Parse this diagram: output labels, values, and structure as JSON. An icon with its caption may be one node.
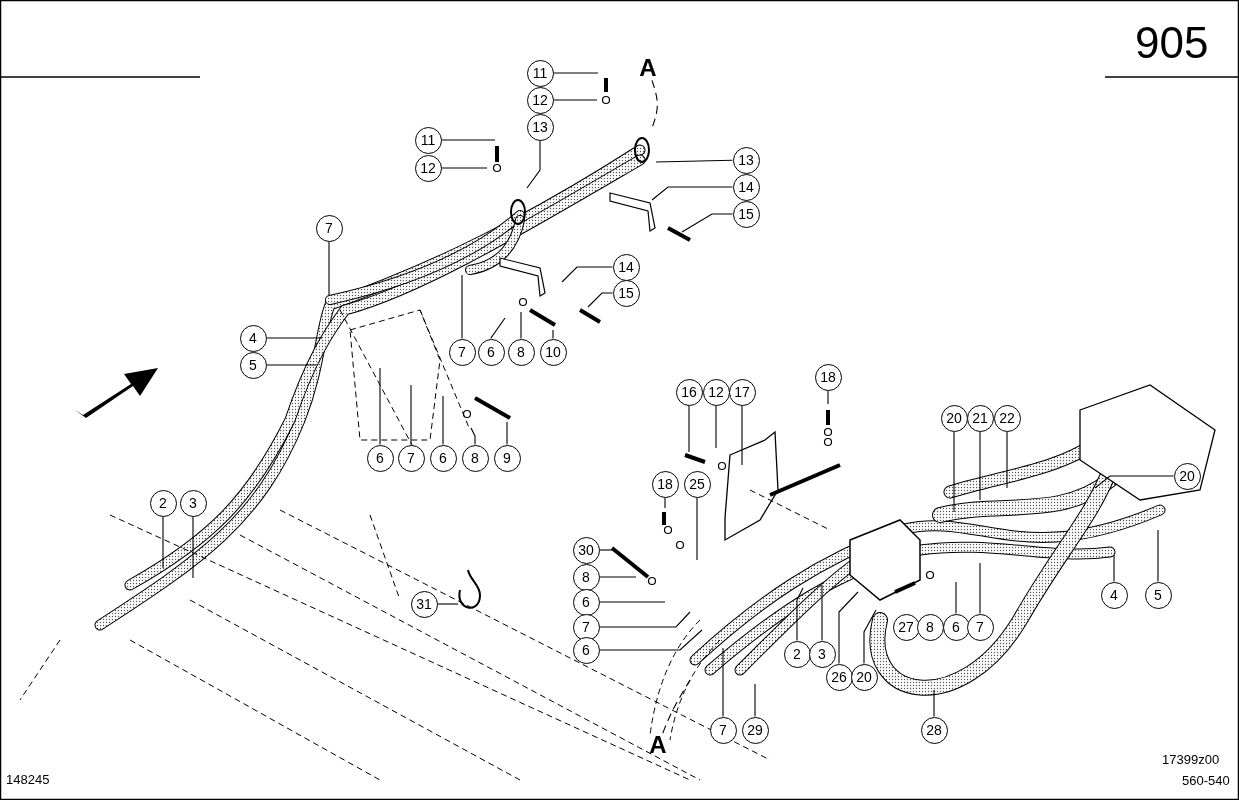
{
  "diagram": {
    "nodes": [
      {
        "text": [
          "11"
        ]
      },
      {
        "text": [
          "12"
        ]
      },
      {
        "text": [
          "13"
        ]
      },
      {
        "text": [
          "11"
        ]
      },
      {
        "text": [
          "12"
        ]
      },
      {
        "text": [
          "A"
        ]
      },
      {
        "text": [
          "13"
        ]
      },
      {
        "text": [
          "14"
        ]
      },
      {
        "text": [
          "15"
        ]
      },
      {
        "text": [
          "7"
        ]
      },
      {
        "text": [
          "14"
        ]
      },
      {
        "text": [
          "15"
        ]
      },
      {
        "text": [
          "4"
        ]
      },
      {
        "text": [
          "5"
        ]
      },
      {
        "text": [
          "7"
        ]
      },
      {
        "text": [
          "6"
        ]
      },
      {
        "text": [
          "8"
        ]
      },
      {
        "text": [
          "10"
        ]
      },
      {
        "text": [
          "6"
        ]
      },
      {
        "text": [
          "7"
        ]
      },
      {
        "text": [
          "6"
        ]
      },
      {
        "text": [
          "8"
        ]
      },
      {
        "text": [
          "9"
        ]
      },
      {
        "text": [
          "16"
        ]
      },
      {
        "text": [
          "12"
        ]
      },
      {
        "text": [
          "17"
        ]
      },
      {
        "text": [
          "18"
        ]
      },
      {
        "text": [
          "20"
        ]
      },
      {
        "text": [
          "21"
        ]
      },
      {
        "text": [
          "22"
        ]
      },
      {
        "text": [
          "20"
        ]
      },
      {
        "text": [
          "18"
        ]
      },
      {
        "text": [
          "25"
        ]
      },
      {
        "text": [
          "2"
        ]
      },
      {
        "text": [
          "3"
        ]
      },
      {
        "text": [
          "30"
        ]
      },
      {
        "text": [
          "8"
        ]
      },
      {
        "text": [
          "31"
        ]
      },
      {
        "text": [
          "6"
        ]
      },
      {
        "text": [
          "7"
        ]
      },
      {
        "text": [
          "6"
        ]
      },
      {
        "text": [
          "4"
        ]
      },
      {
        "text": [
          "5"
        ]
      },
      {
        "text": [
          "27"
        ]
      },
      {
        "text": [
          "8"
        ]
      },
      {
        "text": [
          "6"
        ]
      },
      {
        "text": [
          "7"
        ]
      },
      {
        "text": [
          "2"
        ]
      },
      {
        "text": [
          "3"
        ]
      },
      {
        "text": [
          "26"
        ]
      },
      {
        "text": [
          "20"
        ]
      },
      {
        "text": [
          "7"
        ]
      },
      {
        "text": [
          "29"
        ]
      },
      {
        "text": [
          "28"
        ]
      },
      {
        "text": [
          "A"
        ]
      }
    ],
    "edges": [
      {
        "from": 0,
        "to": null,
        "arrow": "none"
      },
      {
        "from": 1,
        "to": null,
        "arrow": "none"
      },
      {
        "from": 2,
        "to": null,
        "arrow": "none"
      },
      {
        "from": 3,
        "to": null,
        "arrow": "none"
      },
      {
        "from": 4,
        "to": null,
        "arrow": "none"
      },
      {
        "from": 5,
        "to": null,
        "arrow": "none",
        "style": "dashed"
      },
      {
        "from": 6,
        "to": null,
        "arrow": "none"
      },
      {
        "from": 7,
        "to": null,
        "arrow": "none"
      },
      {
        "from": 8,
        "to": null,
        "arrow": "none"
      },
      {
        "from": 9,
        "to": null,
        "arrow": "none"
      },
      {
        "from": 10,
        "to": null,
        "arrow": "none"
      },
      {
        "from": 11,
        "to": null,
        "arrow": "none"
      },
      {
        "from": 12,
        "to": null,
        "arrow": "none"
      },
      {
        "from": 13,
        "to": null,
        "arrow": "none"
      },
      {
        "from": 14,
        "to": null,
        "arrow": "none"
      },
      {
        "from": 15,
        "to": null,
        "arrow": "none"
      },
      {
        "from": 16,
        "to": null,
        "arrow": "none"
      },
      {
        "from": 17,
        "to": null,
        "arrow": "none"
      },
      {
        "from": 18,
        "to": null,
        "arrow": "none"
      },
      {
        "from": 19,
        "to": null,
        "arrow": "none"
      },
      {
        "from": 20,
        "to": null,
        "arrow": "none"
      },
      {
        "from": 21,
        "to": null,
        "arrow": "none"
      },
      {
        "from": 22,
        "to": null,
        "arrow": "none"
      },
      {
        "from": 23,
        "to": null,
        "arrow": "none"
      },
      {
        "from": 24,
        "to": null,
        "arrow": "none"
      },
      {
        "from": 25,
        "to": null,
        "arrow": "none"
      },
      {
        "from": 26,
        "to": null,
        "arrow": "none"
      },
      {
        "from": 27,
        "to": null,
        "arrow": "none"
      },
      {
        "from": 28,
        "to": null,
        "arrow": "none"
      },
      {
        "from": 29,
        "to": null,
        "arrow": "none"
      },
      {
        "from": 30,
        "to": null,
        "arrow": "none"
      },
      {
        "from": 31,
        "to": null,
        "arrow": "none"
      },
      {
        "from": 32,
        "to": null,
        "arrow": "none"
      },
      {
        "from": 33,
        "to": null,
        "arrow": "none"
      },
      {
        "from": 34,
        "to": null,
        "arrow": "none"
      },
      {
        "from": 35,
        "to": null,
        "arrow": "none"
      },
      {
        "from": 36,
        "to": null,
        "arrow": "none"
      },
      {
        "from": 37,
        "to": null,
        "arrow": "none"
      },
      {
        "from": 38,
        "to": null,
        "arrow": "none"
      },
      {
        "from": 39,
        "to": null,
        "arrow": "none"
      },
      {
        "from": 40,
        "to": null,
        "arrow": "none"
      },
      {
        "from": 41,
        "to": null,
        "arrow": "none"
      },
      {
        "from": 42,
        "to": null,
        "arrow": "none"
      },
      {
        "from": 45,
        "to": null,
        "arrow": "none"
      },
      {
        "from": 46,
        "to": null,
        "arrow": "none"
      },
      {
        "from": 47,
        "to": null,
        "arrow": "none"
      },
      {
        "from": 48,
        "to": null,
        "arrow": "none"
      },
      {
        "from": 49,
        "to": null,
        "arrow": "none"
      },
      {
        "from": 50,
        "to": null,
        "arrow": "none"
      },
      {
        "from": 51,
        "to": null,
        "arrow": "none"
      },
      {
        "from": 52,
        "to": null,
        "arrow": "none"
      },
      {
        "from": 53,
        "to": null,
        "arrow": "none"
      },
      {
        "from": 54,
        "to": null,
        "arrow": "none",
        "style": "dashed"
      }
    ],
    "labels": [
      "905",
      "17399z00",
      "148245",
      "560-540"
    ]
  }
}
